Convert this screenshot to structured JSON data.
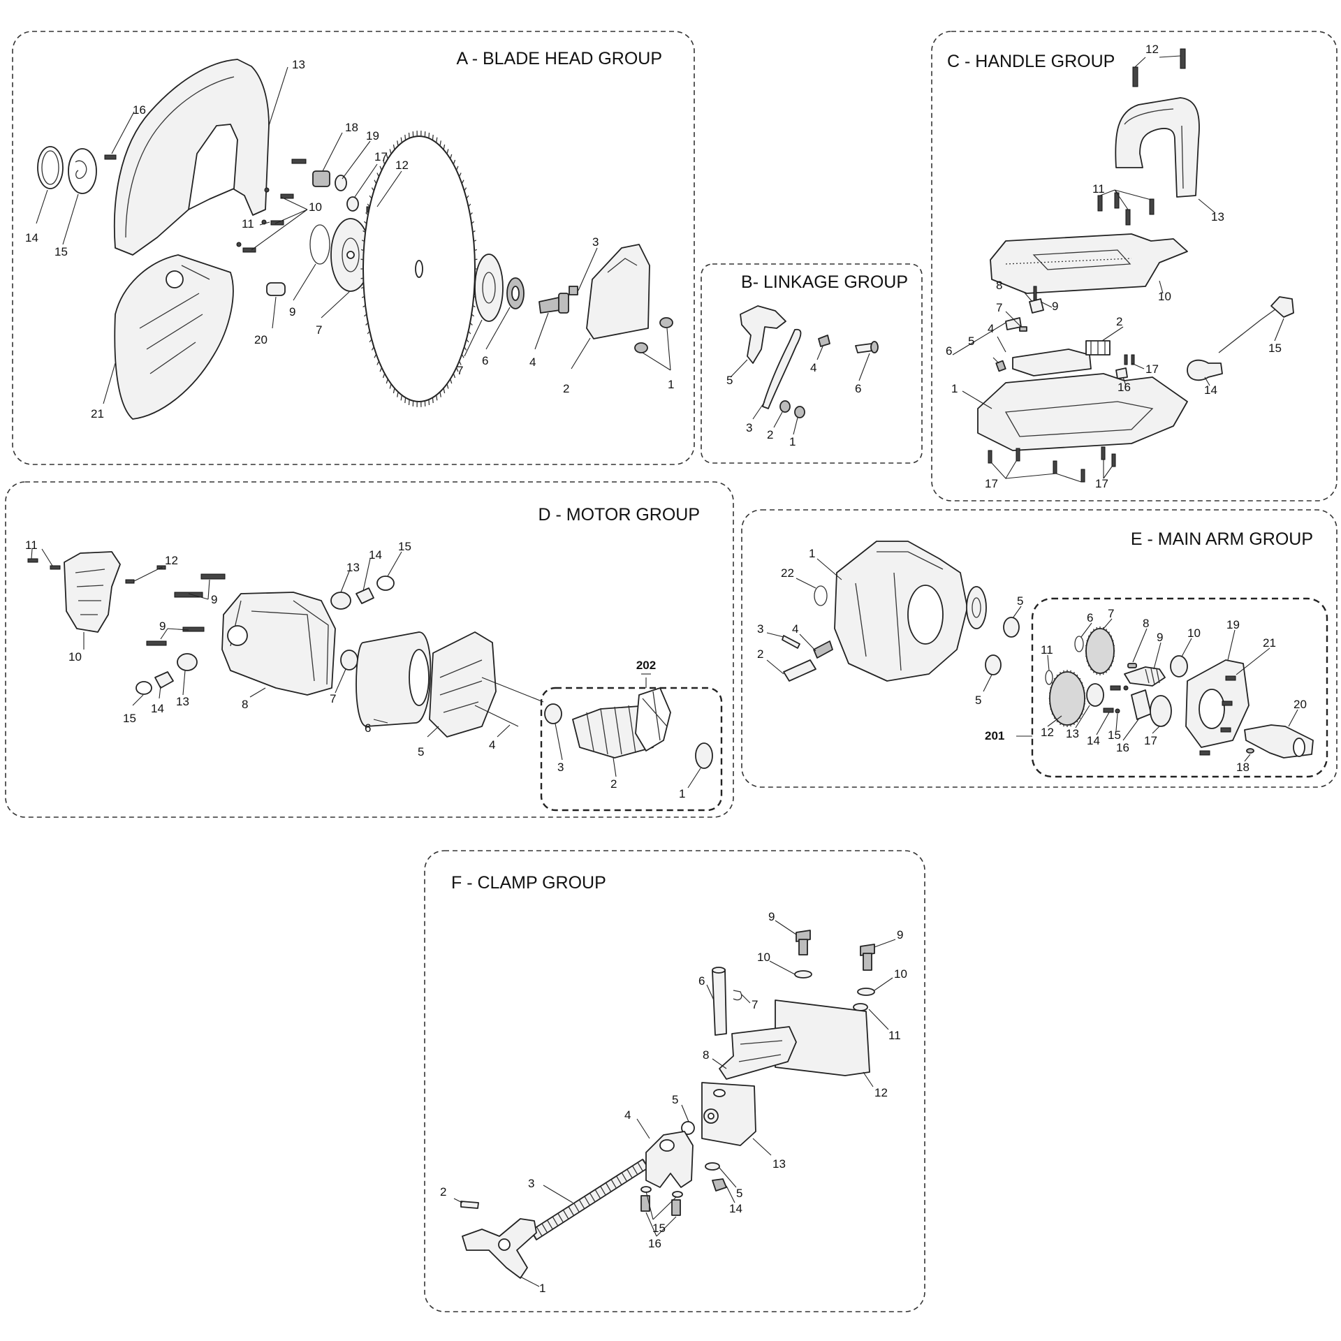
{
  "groups": {
    "A": {
      "title": "A - BLADE HEAD GROUP",
      "callouts": [
        "13",
        "16",
        "18",
        "19",
        "17",
        "12",
        "10",
        "11",
        "14",
        "15",
        "9",
        "7",
        "20",
        "21",
        "3",
        "7",
        "6",
        "4",
        "2",
        "1"
      ]
    },
    "B": {
      "title": "B- LINKAGE GROUP",
      "callouts": [
        "5",
        "4",
        "6",
        "3",
        "2",
        "1"
      ]
    },
    "C": {
      "title": "C - HANDLE GROUP",
      "callouts": [
        "12",
        "11",
        "13",
        "10",
        "8",
        "9",
        "7",
        "2",
        "4",
        "5",
        "6",
        "17",
        "16",
        "15",
        "14",
        "1",
        "17",
        "17"
      ]
    },
    "D": {
      "title": "D - MOTOR GROUP",
      "callouts": [
        "11",
        "12",
        "9",
        "10",
        "13",
        "14",
        "15",
        "9",
        "15",
        "14",
        "13",
        "8",
        "7",
        "6",
        "5",
        "4",
        "202",
        "3",
        "2",
        "1"
      ],
      "subassembly": "202"
    },
    "E": {
      "title": "E - MAIN ARM GROUP",
      "callouts": [
        "1",
        "22",
        "3",
        "4",
        "2",
        "5",
        "5",
        "6",
        "7",
        "8",
        "9",
        "10",
        "19",
        "21",
        "11",
        "12",
        "13",
        "14",
        "15",
        "16",
        "17",
        "20",
        "18",
        "201"
      ],
      "subassembly": "201"
    },
    "F": {
      "title": "F - CLAMP GROUP",
      "callouts": [
        "9",
        "9",
        "10",
        "10",
        "6",
        "7",
        "11",
        "8",
        "12",
        "5",
        "4",
        "13",
        "3",
        "5",
        "2",
        "14",
        "15",
        "16",
        "1"
      ]
    }
  },
  "colors": {
    "line": "#222222",
    "fill_light": "#f2f2f2",
    "fill_mid": "#bdbdbd"
  }
}
